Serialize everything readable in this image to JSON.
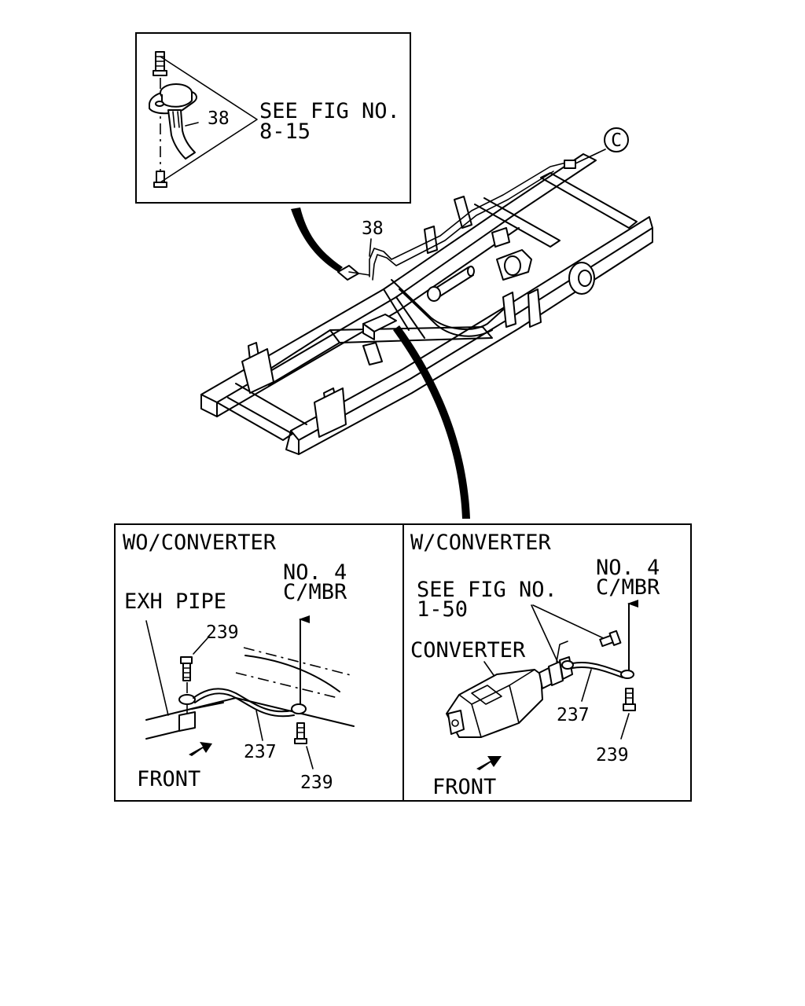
{
  "inset_top": {
    "callout_38": "38",
    "ref_line1": "SEE FIG NO.",
    "ref_line2": "8-15"
  },
  "frame_view": {
    "callout_38": "38",
    "circle_tag": "C"
  },
  "panel_wo": {
    "title": "WO/CONVERTER",
    "loc_line1": "NO. 4",
    "loc_line2": "C/MBR",
    "exh_pipe": "EXH PIPE",
    "bolt_top": "239",
    "strap": "237",
    "bolt_bottom": "239",
    "front": "FRONT"
  },
  "panel_w": {
    "title": "W/CONVERTER",
    "loc_line1": "NO. 4",
    "loc_line2": "C/MBR",
    "ref_line1": "SEE FIG NO.",
    "ref_line2": "1-50",
    "converter": "CONVERTER",
    "strap": "237",
    "bolt": "239",
    "front": "FRONT"
  }
}
